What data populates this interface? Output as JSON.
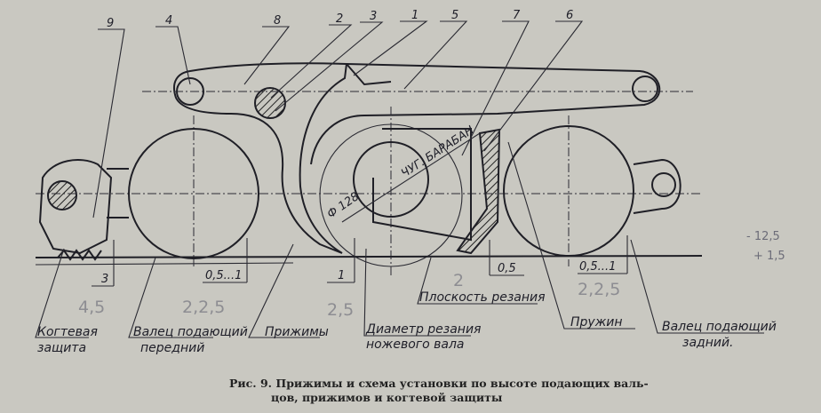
{
  "part_numbers": [
    "9",
    "4",
    "8",
    "2",
    "3",
    "1",
    "5",
    "7",
    "6"
  ],
  "dimensions": {
    "claw_gap": "3",
    "front_roller_gap": "0,5...1",
    "presser_gap": "1",
    "cutting_plane_gap": "0,5",
    "rear_roller_gap": "0,5...1",
    "cutting_diameter": "Ф 128",
    "blade_label": "ЧУГ. БАРАБАН"
  },
  "pencil_notes": [
    "4,5",
    "2,2,5",
    "2,5",
    "2",
    "2,2,5",
    "- 12,5",
    "+ 1,5"
  ],
  "labels": {
    "claw_guard_1": "Когтевая",
    "claw_guard_2": "защита",
    "front_roller_1": "Валец подающий",
    "front_roller_2": "передний",
    "springs": "Прижимы",
    "cutting_diameter_1": "Диаметр резания",
    "cutting_diameter_2": "ножевого вала",
    "cutting_plane": "Плоскость резания",
    "rear_spring": "Пружин",
    "rear_roller_1": "Валец подающий",
    "rear_roller_2": "задний."
  },
  "caption": {
    "line1": "Рис. 9. Прижимы и схема установки по высоте подающих валь-",
    "line2": "цов, прижимов и когтевой защиты"
  }
}
